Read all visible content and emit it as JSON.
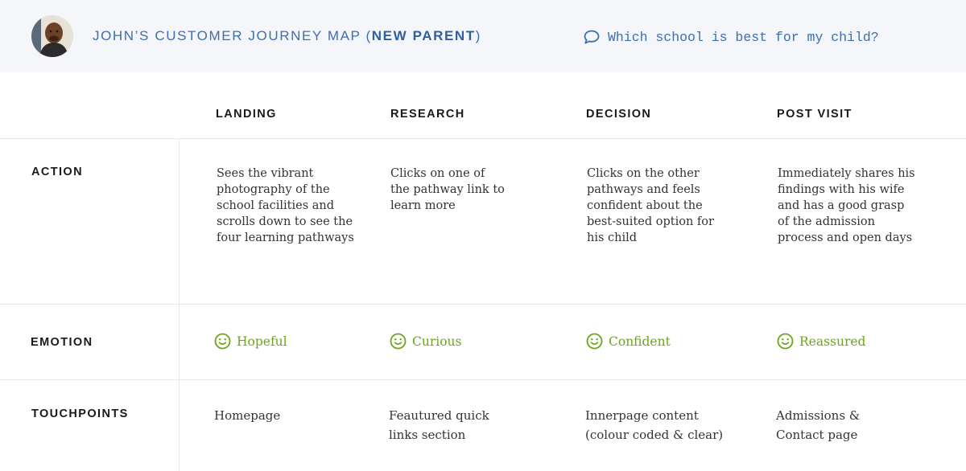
{
  "header": {
    "title_prefix": "JOHN’S CUSTOMER JOURNEY MAP (",
    "title_persona": "NEW PARENT",
    "title_suffix": ")",
    "question": "Which school is best for my child?",
    "question_icon": "chat-bubble-icon",
    "accent_color": "#3d6fae"
  },
  "columns": [
    "LANDING",
    "RESEARCH",
    "DECISION",
    "POST VISIT"
  ],
  "rows": {
    "action": {
      "label": "ACTION",
      "cells": [
        "Sees the vibrant\nphotography of the\nschool facilities and\nscrolls down to see the\nfour learning pathways",
        "Clicks on one of\nthe pathway link to\nlearn more",
        "Clicks on the other\npathways and feels\nconfident about the\nbest-suited option for\nhis child",
        "Immediately shares his\nfindings with his wife\nand has a good grasp\nof the admission\nprocess and open days"
      ]
    },
    "emotion": {
      "label": "EMOTION",
      "icon": "smiley-icon",
      "color": "#6aa618",
      "cells": [
        "Hopeful",
        "Curious",
        "Confident",
        "Reassured"
      ]
    },
    "touchpoints": {
      "label": "TOUCHPOINTS",
      "cells": [
        "Homepage",
        "Feautured quick\nlinks section",
        "Innerpage content\n(colour coded & clear)",
        "Admissions &\nContact page"
      ]
    }
  }
}
